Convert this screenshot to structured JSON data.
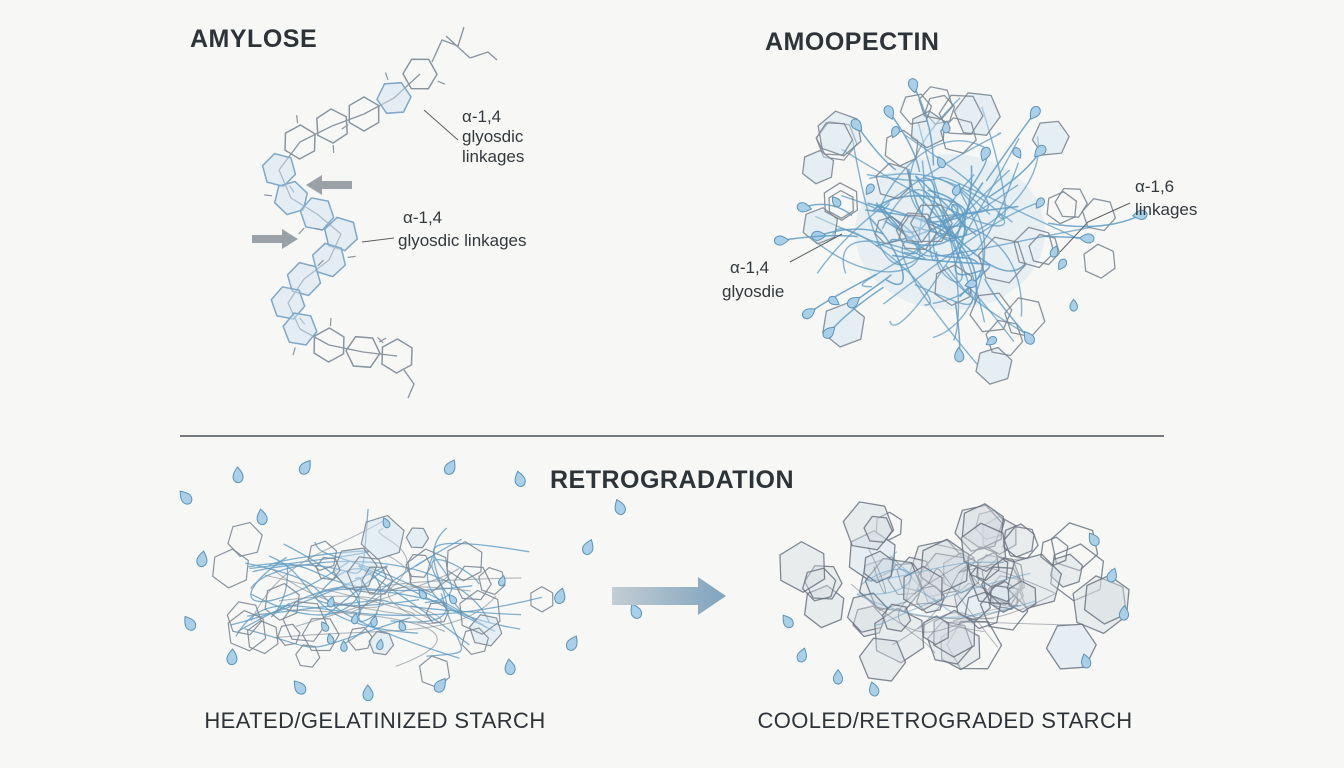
{
  "amylose": {
    "title": "AMYLOSE",
    "annotation1": {
      "line1": "α-1,4",
      "line2": "glyosdic",
      "line3": "linkages"
    },
    "annotation2": {
      "line1": "α-1,4",
      "line2": "glyosdic linkages"
    }
  },
  "amylopectin": {
    "title": "AMOOPECTIN",
    "annotation_left": {
      "line1": "α-1,4",
      "line2": "glyosdie"
    },
    "annotation_right": {
      "line1": "α-1,6",
      "line2": "linkages"
    }
  },
  "retrogradation": {
    "title": "RETROGRADATION",
    "left_label": "HEATED/GELATINIZED STARCH",
    "right_label": "COOLED/RETROGRADED STARCH"
  },
  "colors": {
    "bg": "#f7f8f6",
    "chain_stroke": "#8a95a0",
    "highlight_fill": "#cfe2f0",
    "highlight_stroke": "#7fa8c9",
    "blue": "#5f9cc4",
    "gray": "#7d8893",
    "dark_gray": "#6b7480",
    "crystal_fill": "#d6dbe2",
    "droplet_fill": "#a9d0e8",
    "droplet_stroke": "#5b93b8",
    "arrow_gray": "#9aa2a8",
    "leader": "#5a5f63",
    "divider": "#4a4f54",
    "arrow_start": "#c3cdd4",
    "arrow_end": "#7fa3bd"
  }
}
